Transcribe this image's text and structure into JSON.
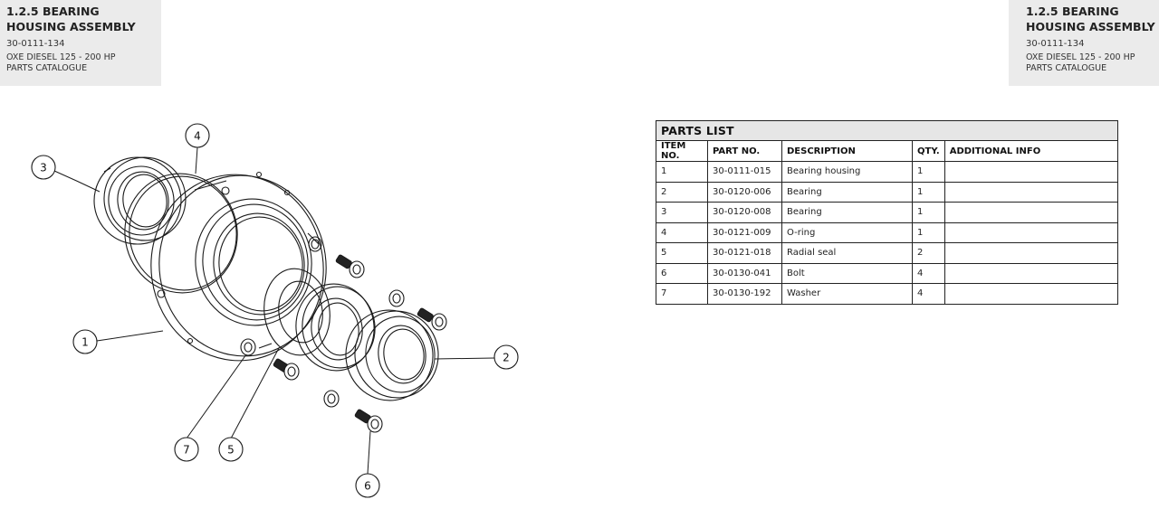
{
  "header": {
    "title": "1.2.5 BEARING HOUSING ASSEMBLY",
    "part_number": "30-0111-134",
    "subtitle_line1": "OXE DIESEL 125 - 200 HP",
    "subtitle_line2": "PARTS CATALOGUE"
  },
  "drawing": {
    "balloons": [
      "1",
      "2",
      "3",
      "4",
      "5",
      "6",
      "7"
    ]
  },
  "parts_list": {
    "title": "PARTS LIST",
    "columns": {
      "item": "ITEM NO.",
      "part": "PART NO.",
      "desc": "DESCRIPTION",
      "qty": "QTY.",
      "info": "ADDITIONAL INFO"
    },
    "rows": [
      {
        "item": "1",
        "part": "30-0111-015",
        "desc": "Bearing housing",
        "qty": "1",
        "info": ""
      },
      {
        "item": "2",
        "part": "30-0120-006",
        "desc": "Bearing",
        "qty": "1",
        "info": ""
      },
      {
        "item": "3",
        "part": "30-0120-008",
        "desc": "Bearing",
        "qty": "1",
        "info": ""
      },
      {
        "item": "4",
        "part": "30-0121-009",
        "desc": "O-ring",
        "qty": "1",
        "info": ""
      },
      {
        "item": "5",
        "part": "30-0121-018",
        "desc": "Radial seal",
        "qty": "2",
        "info": ""
      },
      {
        "item": "6",
        "part": "30-0130-041",
        "desc": "Bolt",
        "qty": "4",
        "info": ""
      },
      {
        "item": "7",
        "part": "30-0130-192",
        "desc": "Washer",
        "qty": "4",
        "info": ""
      }
    ]
  }
}
